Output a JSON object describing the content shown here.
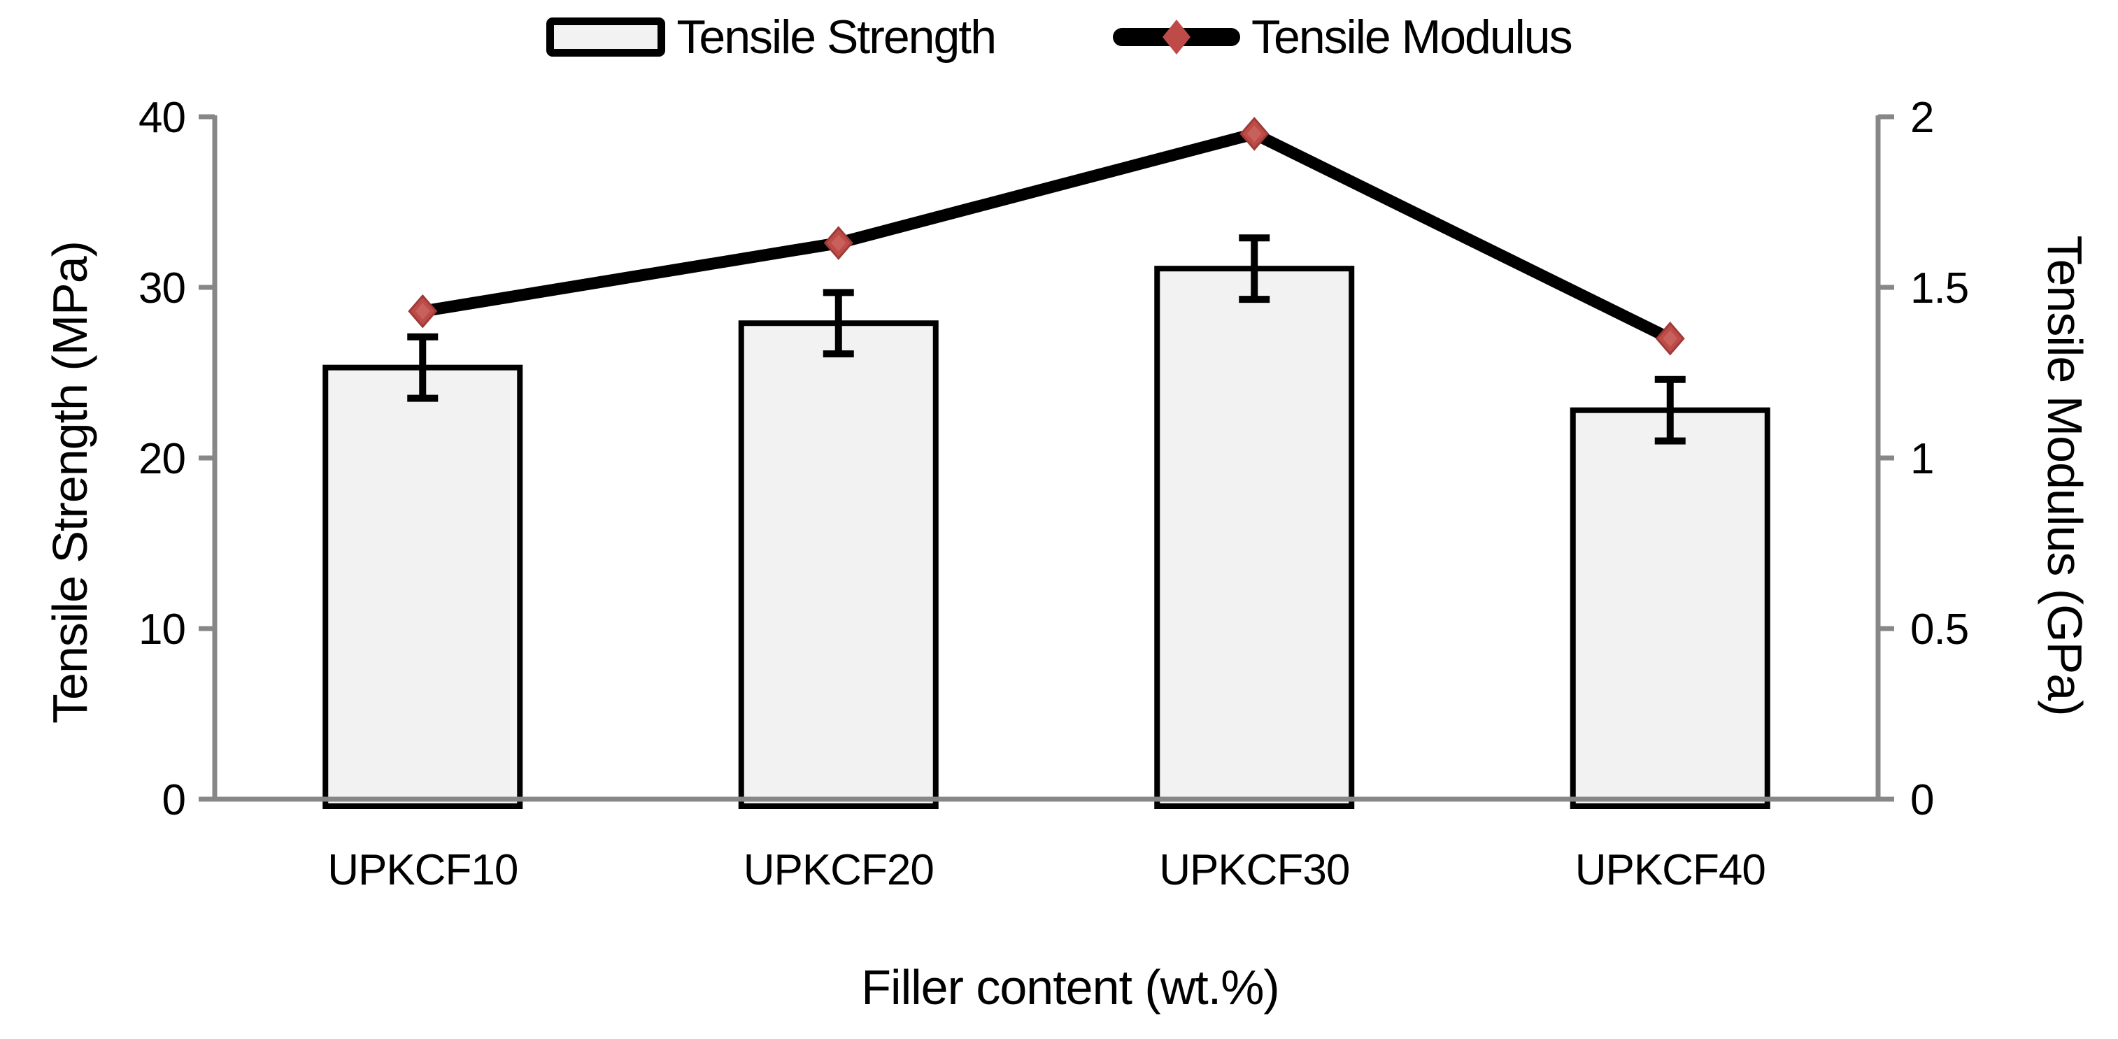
{
  "chart_data": {
    "type": "bar-line-combo",
    "categories": [
      "UPKCF10",
      "UPKCF20",
      "UPKCF30",
      "UPKCF40"
    ],
    "series": [
      {
        "name": "Tensile Strength",
        "type": "bar",
        "axis": "left",
        "values": [
          25.3,
          27.9,
          31.1,
          22.8
        ],
        "error": [
          1.8,
          1.8,
          1.8,
          1.8
        ]
      },
      {
        "name": "Tensile Modulus",
        "type": "line",
        "axis": "right",
        "values": [
          1.43,
          1.63,
          1.95,
          1.35
        ]
      }
    ],
    "xlabel": "Filler content (wt.%)",
    "ylabel_left": "Tensile Strength (MPa)",
    "ylabel_right": "Tensile Modulus (GPa)",
    "ylim_left": [
      0,
      40
    ],
    "ylim_right": [
      0,
      2
    ],
    "y_left_ticks": [
      {
        "v": 0,
        "label": "0"
      },
      {
        "v": 10,
        "label": "10"
      },
      {
        "v": 20,
        "label": "20"
      },
      {
        "v": 30,
        "label": "30"
      },
      {
        "v": 40,
        "label": "40"
      }
    ],
    "y_right_ticks": [
      {
        "v": 0,
        "label": "0"
      },
      {
        "v": 0.5,
        "label": "0.5"
      },
      {
        "v": 1,
        "label": "1"
      },
      {
        "v": 1.5,
        "label": "1.5"
      },
      {
        "v": 2,
        "label": "2"
      }
    ],
    "grid": false,
    "legend_position": "top-center",
    "colors": {
      "bar_fill": "#F2F2F2",
      "bar_border": "#000000",
      "line": "#000000",
      "marker_fill": "#BE4B48",
      "marker_edge": "#9E3B38",
      "marker_inner": "#C8605C",
      "axis": "#878787",
      "text": "#000000"
    }
  }
}
